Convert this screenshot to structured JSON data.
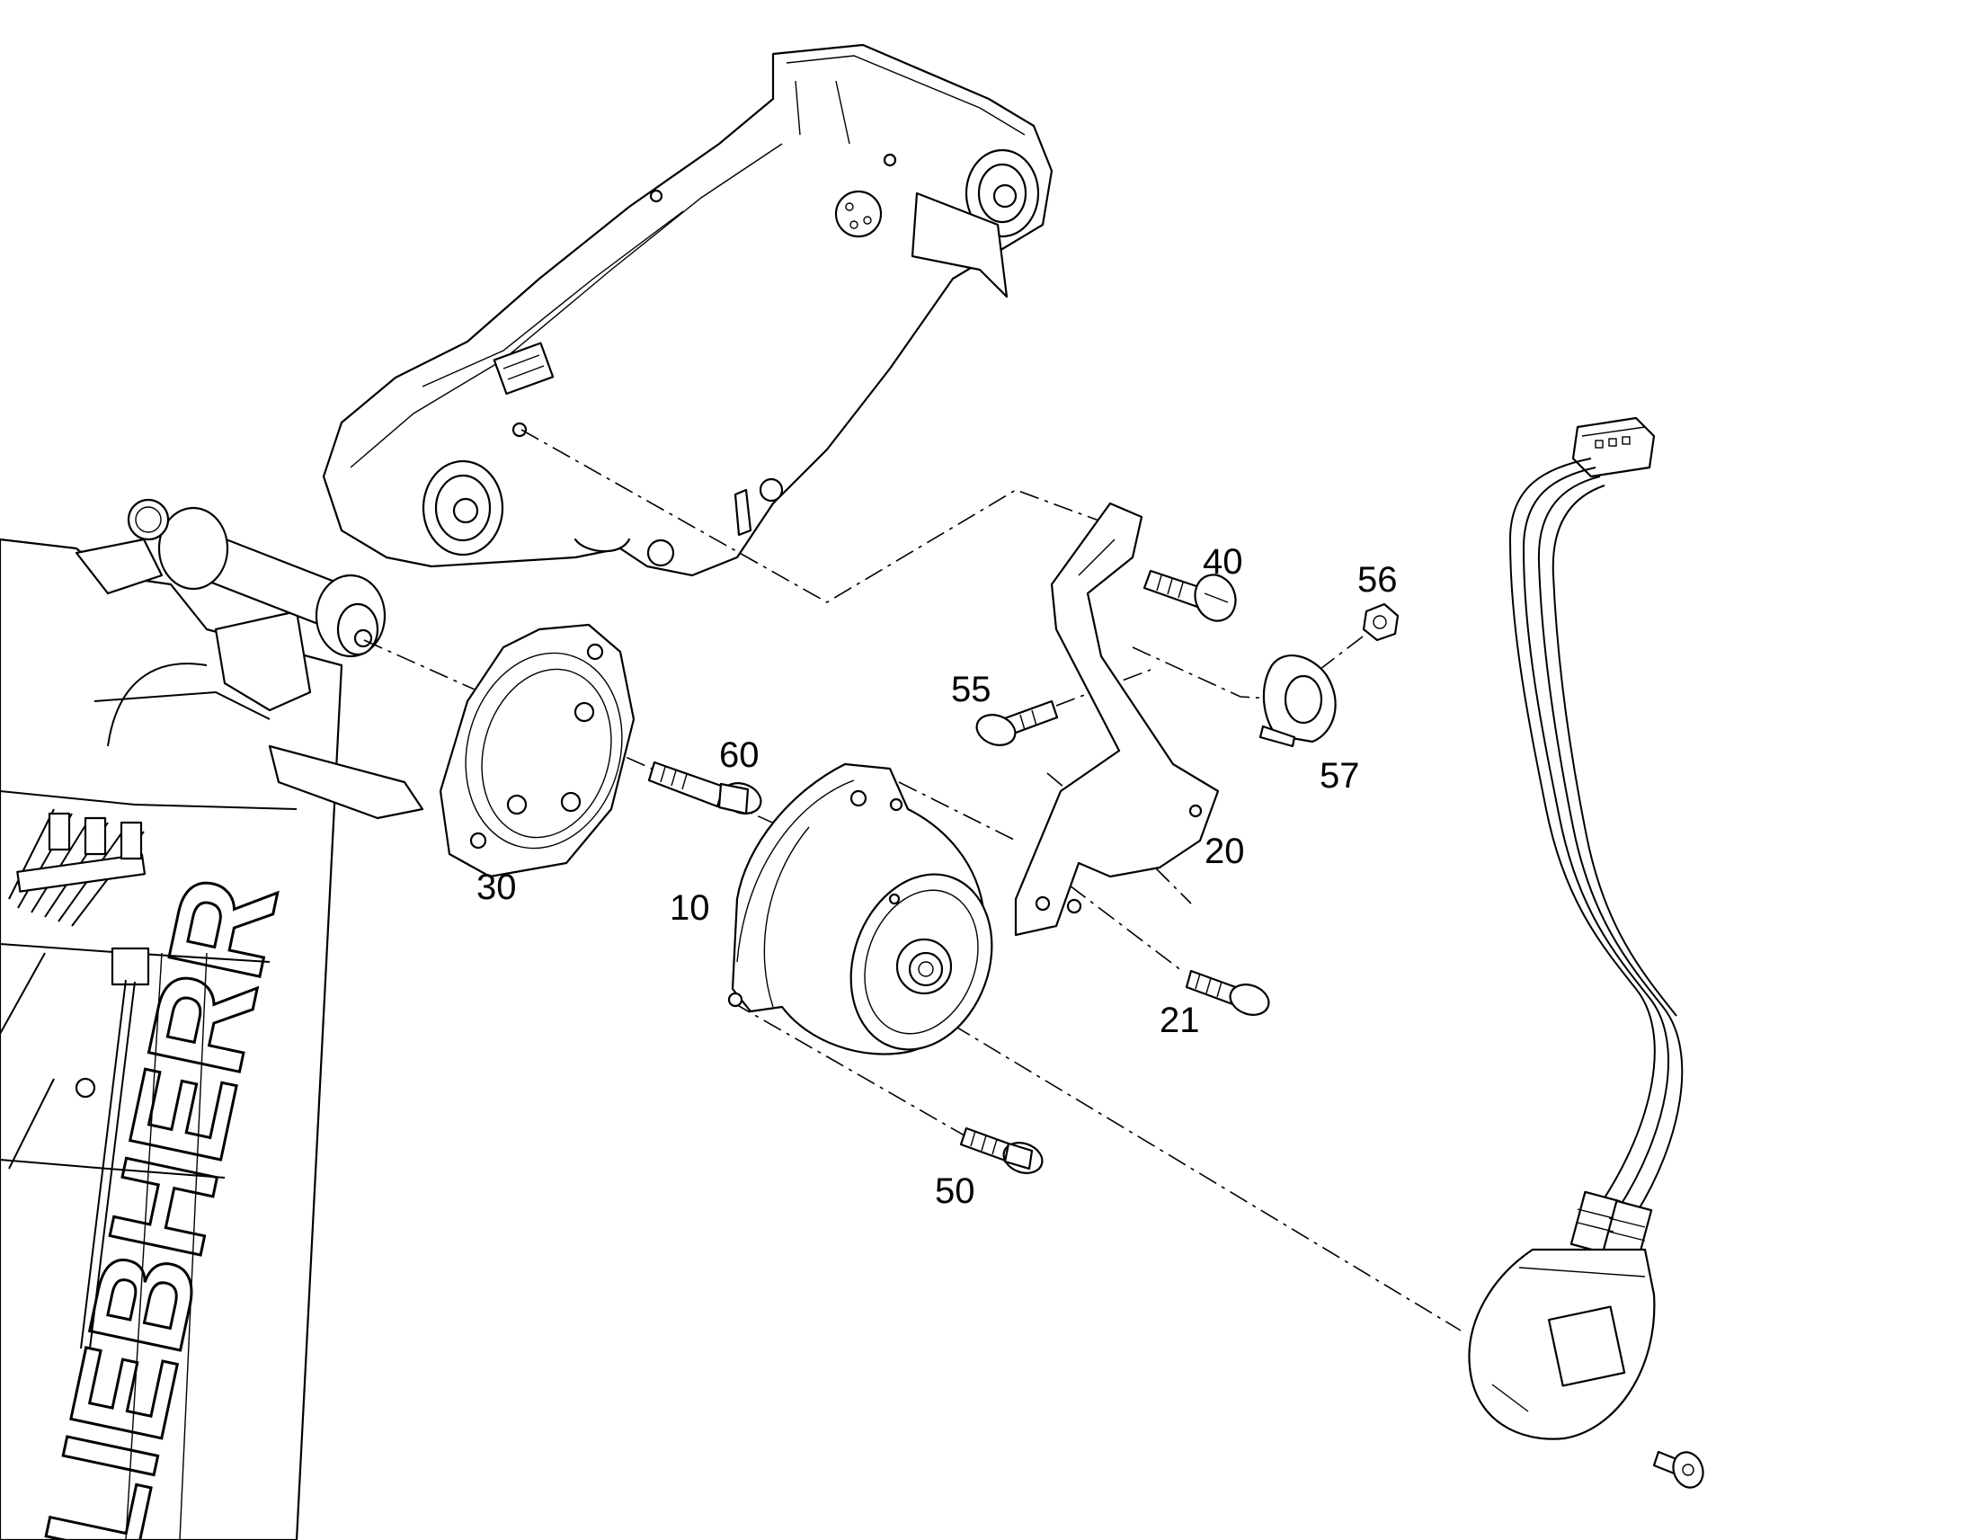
{
  "callouts": {
    "p10": "10",
    "p20": "20",
    "p21": "21",
    "p30": "30",
    "p40": "40",
    "p50": "50",
    "p55": "55",
    "p56": "56",
    "p57": "57",
    "p60": "60"
  },
  "brand_text": "LIEBHERR"
}
